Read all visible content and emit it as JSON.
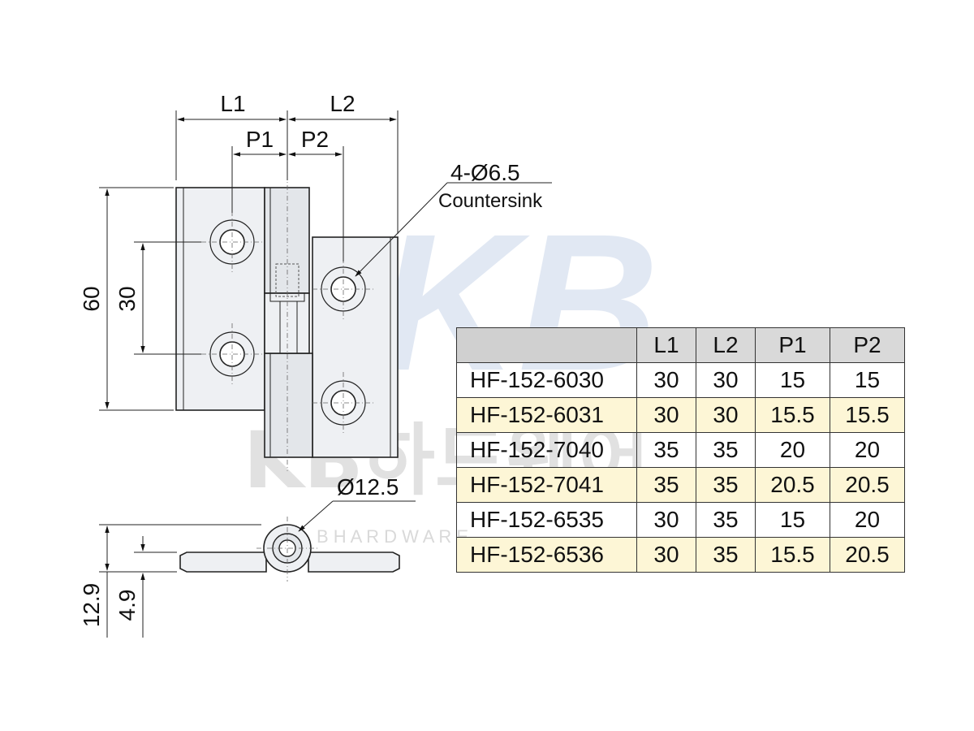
{
  "watermark": {
    "brand_mark": "KB",
    "brand_text": "KB하드웨어",
    "brand_subtext": "B H A R D W A R E"
  },
  "dimensions": {
    "L1": "L1",
    "L2": "L2",
    "P1": "P1",
    "P2": "P2",
    "height_total": "60",
    "hole_pitch": "30",
    "hole_spec": "4-Ø6.5",
    "hole_note": "Countersink",
    "pin_diameter": "Ø12.5",
    "knuckle_height": "12.9",
    "leaf_height": "4.9"
  },
  "table": {
    "headers": [
      "",
      "L1",
      "L2",
      "P1",
      "P2"
    ],
    "rows": [
      {
        "model": "HF-152-6030",
        "L1": "30",
        "L2": "30",
        "P1": "15",
        "P2": "15",
        "highlight": false
      },
      {
        "model": "HF-152-6031",
        "L1": "30",
        "L2": "30",
        "P1": "15.5",
        "P2": "15.5",
        "highlight": true
      },
      {
        "model": "HF-152-7040",
        "L1": "35",
        "L2": "35",
        "P1": "20",
        "P2": "20",
        "highlight": false
      },
      {
        "model": "HF-152-7041",
        "L1": "35",
        "L2": "35",
        "P1": "20.5",
        "P2": "20.5",
        "highlight": true
      },
      {
        "model": "HF-152-6535",
        "L1": "30",
        "L2": "35",
        "P1": "15",
        "P2": "20",
        "highlight": false
      },
      {
        "model": "HF-152-6536",
        "L1": "30",
        "L2": "35",
        "P1": "15.5",
        "P2": "20.5",
        "highlight": true
      }
    ]
  },
  "colors": {
    "highlight_row": "#fdf6d6",
    "header_fill": "#d9d9d9",
    "watermark_blue": "#c9d6ea",
    "watermark_gray": "#d7d7d7"
  }
}
